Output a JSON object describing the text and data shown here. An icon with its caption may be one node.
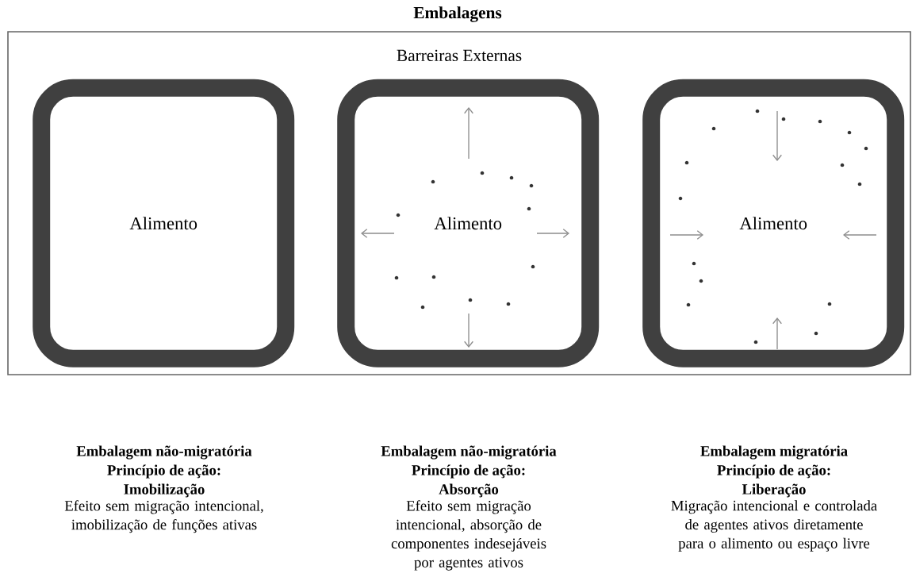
{
  "diagram": {
    "title": "Embalagens",
    "nodes": [
      {
        "text": [
          "Barreiras Externas"
        ]
      },
      {
        "text": [
          "Alimento"
        ],
        "in": 0,
        "beside": [
          "Embalagem não-migratória",
          "Princípio de ação:",
          "Imobilização",
          "Efeito sem migração intencional, imobilização de funções ativas"
        ]
      },
      {
        "text": [
          "Alimento"
        ],
        "in": 0,
        "beside": [
          "Embalagem não-migratória",
          "Princípio de ação:",
          "Absorção",
          "Efeito sem migração intencional, absorção de componentes indesejáveis por agentes ativos"
        ]
      },
      {
        "text": [
          "Alimento"
        ],
        "in": 0,
        "beside": [
          "Embalagem migratória",
          "Princípio de ação:",
          "Liberação",
          "Migração intencional e controlada de agentes ativos diretamente para o alimento ou espaço livre"
        ]
      }
    ]
  }
}
